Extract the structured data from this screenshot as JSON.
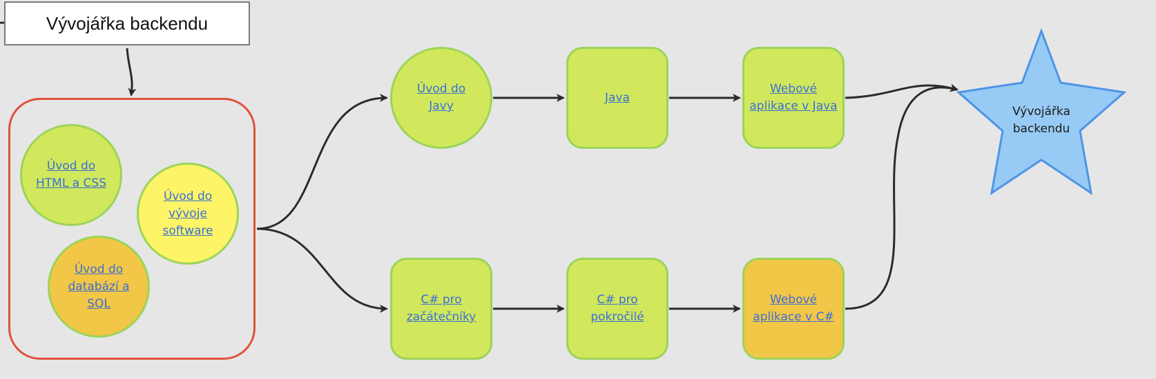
{
  "title": "Vývojářka backendu",
  "intro_nodes": [
    {
      "label": "Úvod do\nHTML a CSS"
    },
    {
      "label": "Úvod do\nvývoje\nsoftware"
    },
    {
      "label": "Úvod do\ndatabází a\nSQL"
    }
  ],
  "java_track": [
    {
      "label": "Úvod do\nJavy"
    },
    {
      "label": "Java"
    },
    {
      "label": "Webové\naplikace v Java"
    }
  ],
  "csharp_track": [
    {
      "label": "C# pro\nzačátečníky"
    },
    {
      "label": "C# pro\npokročilé"
    },
    {
      "label": "Webové\naplikace v C#"
    }
  ],
  "goal": {
    "label": "Vývojářka\nbackendu"
  },
  "colors": {
    "green": "#d1e85c",
    "yellow": "#fdf467",
    "orange": "#f2c646",
    "star": "#97cbf5",
    "star_border": "#4d94e6",
    "group_border": "#e0503a",
    "link": "#3b6fd6"
  }
}
